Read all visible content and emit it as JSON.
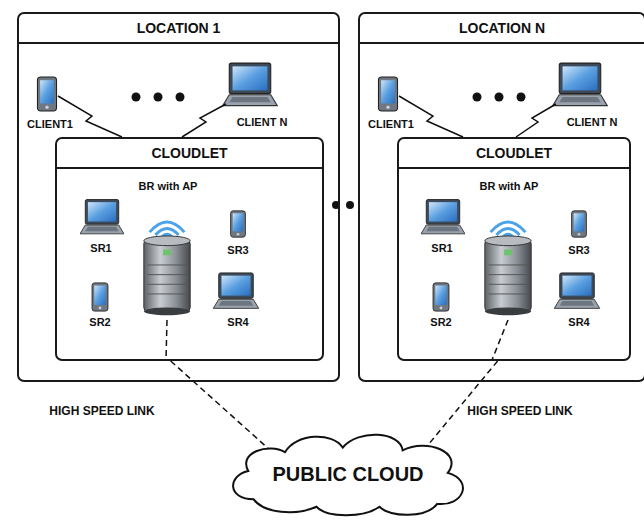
{
  "diagram": {
    "nodes": [
      {
        "text": [
          "LOCATION 1"
        ]
      },
      {
        "text": [
          "CLOUDLET"
        ],
        "in": 0
      },
      {
        "text": [
          "LOCATION N"
        ]
      },
      {
        "text": [
          "CLOUDLET"
        ],
        "in": 2
      },
      {
        "text": [
          "PUBLIC CLOUD"
        ]
      }
    ],
    "edges": [
      {
        "from": 1,
        "to": 4,
        "arrow": "none",
        "label": "HIGH SPEED LINK"
      },
      {
        "from": 3,
        "to": 4,
        "arrow": "none",
        "label": "HIGH SPEED LINK"
      }
    ],
    "labels": [
      "CLIENT1",
      "CLIENT N",
      "BR with AP",
      "SR1",
      "SR3",
      "SR2",
      "SR4",
      "CLIENT1",
      "CLIENT N",
      "BR with AP",
      "SR1",
      "SR3",
      "SR2",
      "SR4"
    ]
  }
}
